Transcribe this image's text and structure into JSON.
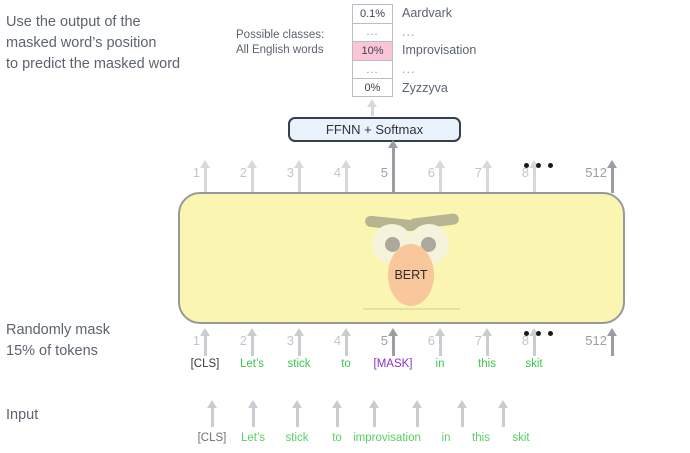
{
  "captions": {
    "top": "Use the output of the\nmasked word’s position\nto predict the masked word",
    "mask": "Randomly mask\n15% of tokens",
    "input": "Input"
  },
  "classes_note": {
    "line1": "Possible classes:",
    "line2": "All English words"
  },
  "prediction_table": {
    "rows": [
      {
        "pct": "0.1%",
        "label": "Aardvark",
        "highlight": false,
        "ellipsis": false
      },
      {
        "pct": "...",
        "label": "...",
        "highlight": false,
        "ellipsis": true
      },
      {
        "pct": "10%",
        "label": "Improvisation",
        "highlight": true,
        "ellipsis": false
      },
      {
        "pct": "...",
        "label": "...",
        "highlight": false,
        "ellipsis": true
      },
      {
        "pct": "0%",
        "label": "Zyzzyva",
        "highlight": false,
        "ellipsis": false
      }
    ]
  },
  "ffnn": {
    "label": "FFNN + Softmax"
  },
  "bert": {
    "label": "BERT"
  },
  "output_indices": [
    "1",
    "2",
    "3",
    "4",
    "5",
    "6",
    "7",
    "8",
    "512"
  ],
  "masked_indices": [
    "1",
    "2",
    "3",
    "4",
    "5",
    "6",
    "7",
    "8",
    "512"
  ],
  "masked_tokens": [
    {
      "text": "[CLS]",
      "style": "dark"
    },
    {
      "text": "Let’s",
      "style": "green"
    },
    {
      "text": "stick",
      "style": "green"
    },
    {
      "text": "to",
      "style": "green"
    },
    {
      "text": "[MASK]",
      "style": "mask"
    },
    {
      "text": "in",
      "style": "green"
    },
    {
      "text": "this",
      "style": "green"
    },
    {
      "text": "skit",
      "style": "green"
    }
  ],
  "input_tokens": [
    {
      "text": "[CLS]",
      "style": "paledark"
    },
    {
      "text": "Let’s",
      "style": "pale"
    },
    {
      "text": "stick",
      "style": "pale"
    },
    {
      "text": "to",
      "style": "pale"
    },
    {
      "text": "improvisation",
      "style": "pale"
    },
    {
      "text": "in",
      "style": "pale"
    },
    {
      "text": "this",
      "style": "pale"
    },
    {
      "text": "skit",
      "style": "pale"
    }
  ],
  "colors": {
    "bert_fill": "#faf5b0",
    "bert_border": "#96999a",
    "ffnn_fill": "#eaf3fb",
    "ffnn_border": "#373f4a",
    "highlight_row": "#f9c5d7",
    "token_green": "#3cc64c",
    "token_mask": "#8b30c8",
    "arrow_light": "#d6d8da",
    "arrow_dark": "#9a9da1"
  }
}
